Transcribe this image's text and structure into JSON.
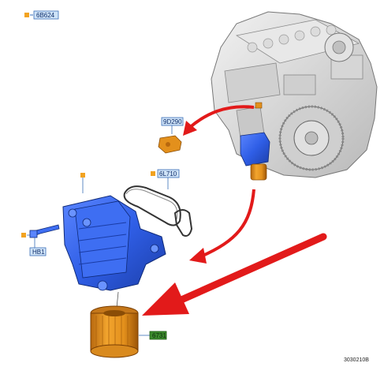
{
  "header_tag": {
    "label": "6B624",
    "marker_color": "#f2a321",
    "tag_color": "#cfe3f7"
  },
  "labels": {
    "sensor": "9D290",
    "gasket": "6L710",
    "bolt": "HB1",
    "filter": "6731"
  },
  "reference_code": "3030210B",
  "colors": {
    "arrow": "#e21a1a",
    "cooler": "#2f5ee6",
    "filter": "#e3901c",
    "engine": "#d8d8d8",
    "label_bg_blue": "#cfe3f7",
    "label_bg_green": "#3b8a2c",
    "marker": "#f2a321"
  }
}
